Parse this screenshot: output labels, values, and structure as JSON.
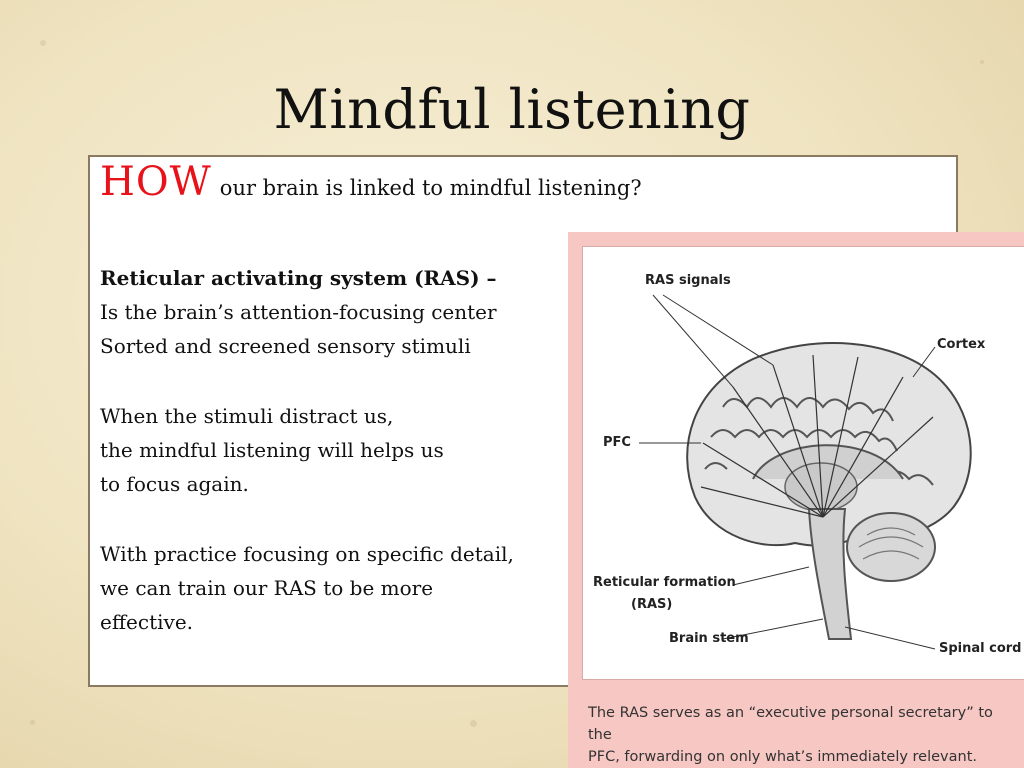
{
  "slide": {
    "title": "Mindful listening",
    "how_word": "HOW",
    "how_rest": "our brain is linked to mindful listening?",
    "ras_heading": "Reticular activating system (RAS) –",
    "lines_block1": [
      "Is the brain’s attention-focusing center",
      "Sorted and screened sensory stimuli"
    ],
    "lines_block2": [
      "When the stimuli distract us,",
      "the mindful listening will helps us",
      "to focus again."
    ],
    "lines_block3": [
      "With practice focusing on specific detail,",
      "we can train our RAS to be more",
      "effective."
    ]
  },
  "figure": {
    "labels": {
      "ras_signals": "RAS signals",
      "cortex": "Cortex",
      "pfc": "PFC",
      "reticular_formation": "Reticular formation",
      "ras": "(RAS)",
      "brain_stem": "Brain stem",
      "spinal_cord": "Spinal cord"
    },
    "caption_line1": "The RAS serves as an “executive personal secretary” to the",
    "caption_line2": "PFC, forwarding on only what’s immediately relevant.",
    "frame_color": "#f6c7c3"
  }
}
